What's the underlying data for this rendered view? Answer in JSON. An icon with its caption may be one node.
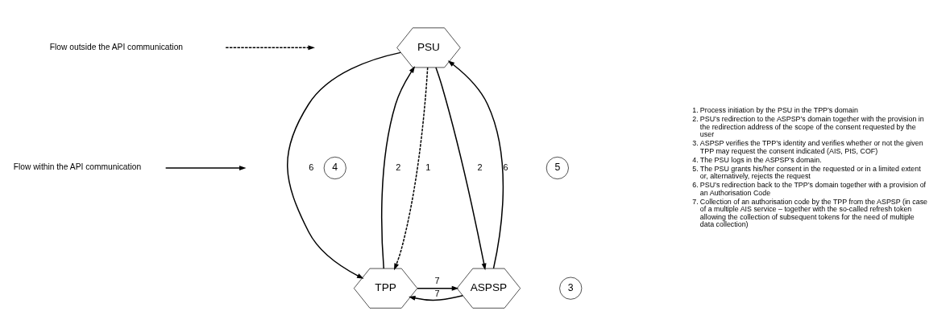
{
  "diagram": {
    "nodes": [
      {
        "text": [
          "PSU"
        ]
      },
      {
        "text": [
          "4"
        ]
      },
      {
        "text": [
          "5"
        ]
      },
      {
        "text": [
          "TPP"
        ]
      },
      {
        "text": [
          "ASPSP"
        ]
      },
      {
        "text": [
          "3"
        ]
      }
    ],
    "edges": [
      {
        "from": 0,
        "to": 3,
        "arrow": "to",
        "label": "1",
        "style": "dashed"
      },
      {
        "from": 3,
        "to": 0,
        "arrow": "to",
        "label": "2"
      },
      {
        "from": 0,
        "to": 3,
        "arrow": "to",
        "label": "6"
      },
      {
        "from": 0,
        "to": 4,
        "arrow": "to",
        "label": "2"
      },
      {
        "from": 4,
        "to": 0,
        "arrow": "to",
        "label": "6"
      },
      {
        "from": 3,
        "to": 4,
        "arrow": "to",
        "label": "7"
      },
      {
        "from": 4,
        "to": 3,
        "arrow": "to",
        "label": "7"
      }
    ],
    "labels": [
      "1.",
      "Process initiation by the PSU in the TPP’s domain",
      "2.",
      "PSU’s redirection to the ASPSP’s domain together with the provision in the redirection address of the scope of the consent requested by the user",
      "3.",
      "ASPSP verifies the TPP’s identity and verifies whether or not the given TPP may request the consent indicated (AIS, PIS, COF)",
      "4.",
      "The PSU logs in the ASPSP’s domain.",
      "5.",
      "The PSU grants his/her consent in the requested or in a limited extent or, alternatively, rejects the request",
      "6.",
      "PSU’s redirection back to the TPP’s domain together with a provision of an Authorisation Code",
      "7.",
      "Collection of an authorisation code by the TPP from the ASPSP (in case of a multiple AIS service – together with the so-called refresh token allowing the collection of subsequent tokens for the need of multiple data collection)"
    ],
    "legend": [
      {
        "text": "Flow outside the API communication"
      },
      {
        "text": "Flow within the API communication"
      }
    ]
  }
}
